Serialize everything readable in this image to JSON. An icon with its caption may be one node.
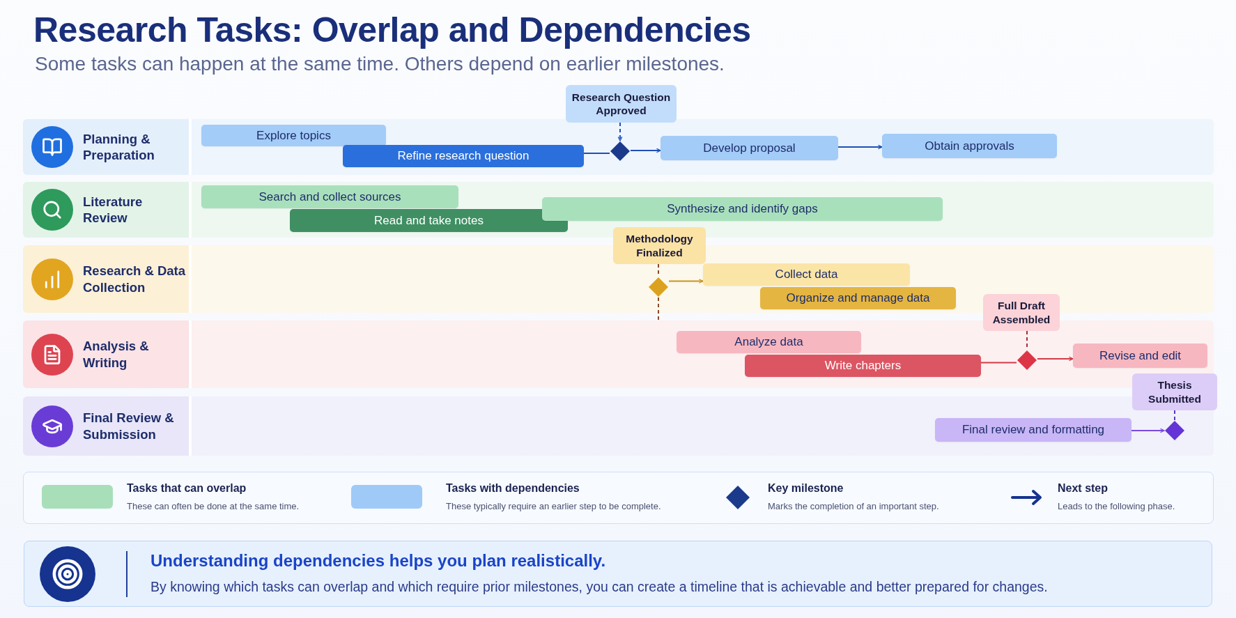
{
  "diagram": {
    "title": "Research Tasks: Overlap and Dependencies",
    "caption": "Some tasks can happen at the same time. Others depend on earlier milestones.",
    "nodes": [
      {
        "text": [
          "Research Question Approved"
        ]
      },
      {
        "text": [
          "Planning & Preparation"
        ]
      },
      {
        "text": [
          "Explore topics"
        ],
        "in": 1
      },
      {
        "text": [
          "Refine research question"
        ],
        "in": 1
      },
      {
        "text": [],
        "shape": "diamond",
        "in": 1
      },
      {
        "text": [
          "Develop proposal"
        ],
        "in": 1
      },
      {
        "text": [
          "Obtain approvals"
        ],
        "in": 1
      },
      {
        "text": [
          "Literature Review"
        ]
      },
      {
        "text": [
          "Search and collect sources"
        ],
        "in": 7
      },
      {
        "text": [
          "Read and take notes"
        ],
        "in": 7
      },
      {
        "text": [
          "Synthesize and identify gaps"
        ],
        "in": 7
      },
      {
        "text": [
          "Methodology Finalized"
        ]
      },
      {
        "text": [
          "Research & Data Collection"
        ]
      },
      {
        "text": [],
        "shape": "diamond",
        "in": 12
      },
      {
        "text": [
          "Collect data"
        ],
        "in": 12
      },
      {
        "text": [
          "Organize and manage data"
        ],
        "in": 12
      },
      {
        "text": [
          "Full Draft Assembled"
        ]
      },
      {
        "text": [
          "Analysis & Writing"
        ]
      },
      {
        "text": [
          "Analyze data"
        ],
        "in": 17
      },
      {
        "text": [
          "Write chapters"
        ],
        "in": 17
      },
      {
        "text": [],
        "shape": "diamond",
        "in": 17
      },
      {
        "text": [
          "Revise and edit"
        ],
        "in": 17
      },
      {
        "text": [
          "Thesis Submitted"
        ]
      },
      {
        "text": [
          "Final Review & Submission"
        ]
      },
      {
        "text": [
          "Final review and formatting"
        ],
        "in": 23
      },
      {
        "text": [],
        "shape": "diamond",
        "in": 23
      }
    ],
    "edges": [
      {
        "from": 0,
        "to": 4,
        "arrow": "to",
        "style": "dashed"
      },
      {
        "from": 3,
        "to": 4,
        "arrow": "none"
      },
      {
        "from": 4,
        "to": 5,
        "arrow": "to"
      },
      {
        "from": 5,
        "to": 6,
        "arrow": "to"
      },
      {
        "from": 11,
        "to": 13,
        "arrow": "none",
        "style": "dashed",
        "color": "#8b4a2a"
      },
      {
        "from": 13,
        "to": 17,
        "arrow": "none",
        "style": "dashed",
        "color": "#8b4a2a"
      },
      {
        "from": 13,
        "to": 14,
        "arrow": "to",
        "color": "#c9951c"
      },
      {
        "from": 16,
        "to": 20,
        "arrow": "none",
        "style": "dashed",
        "color": "#b0283a"
      },
      {
        "from": 19,
        "to": 20,
        "arrow": "none",
        "color": "#d23a48"
      },
      {
        "from": 20,
        "to": 21,
        "arrow": "to",
        "color": "#d23a48"
      },
      {
        "from": 22,
        "to": 25,
        "arrow": "none",
        "style": "dashed",
        "color": "#5b36c4"
      },
      {
        "from": 24,
        "to": 25,
        "arrow": "to",
        "color": "#7a4ae0"
      }
    ],
    "labels": [
      "These can often be done at the same time.",
      "These typically require an earlier step to be complete.",
      "Marks the completion of an important step.",
      "Leads to the following phase.",
      "Understanding dependencies helps you plan realistically.",
      "By knowing which tasks can overlap and which require prior milestones, you can create a timeline that is achievable and better prepared for changes."
    ],
    "legend": [
      {
        "text": "Tasks that can overlap",
        "color": "#a8dfb9"
      },
      {
        "text": "Tasks with dependencies",
        "color": "#9fcaf8"
      },
      {
        "text": "Key milestone"
      },
      {
        "text": "Next step"
      }
    ]
  }
}
